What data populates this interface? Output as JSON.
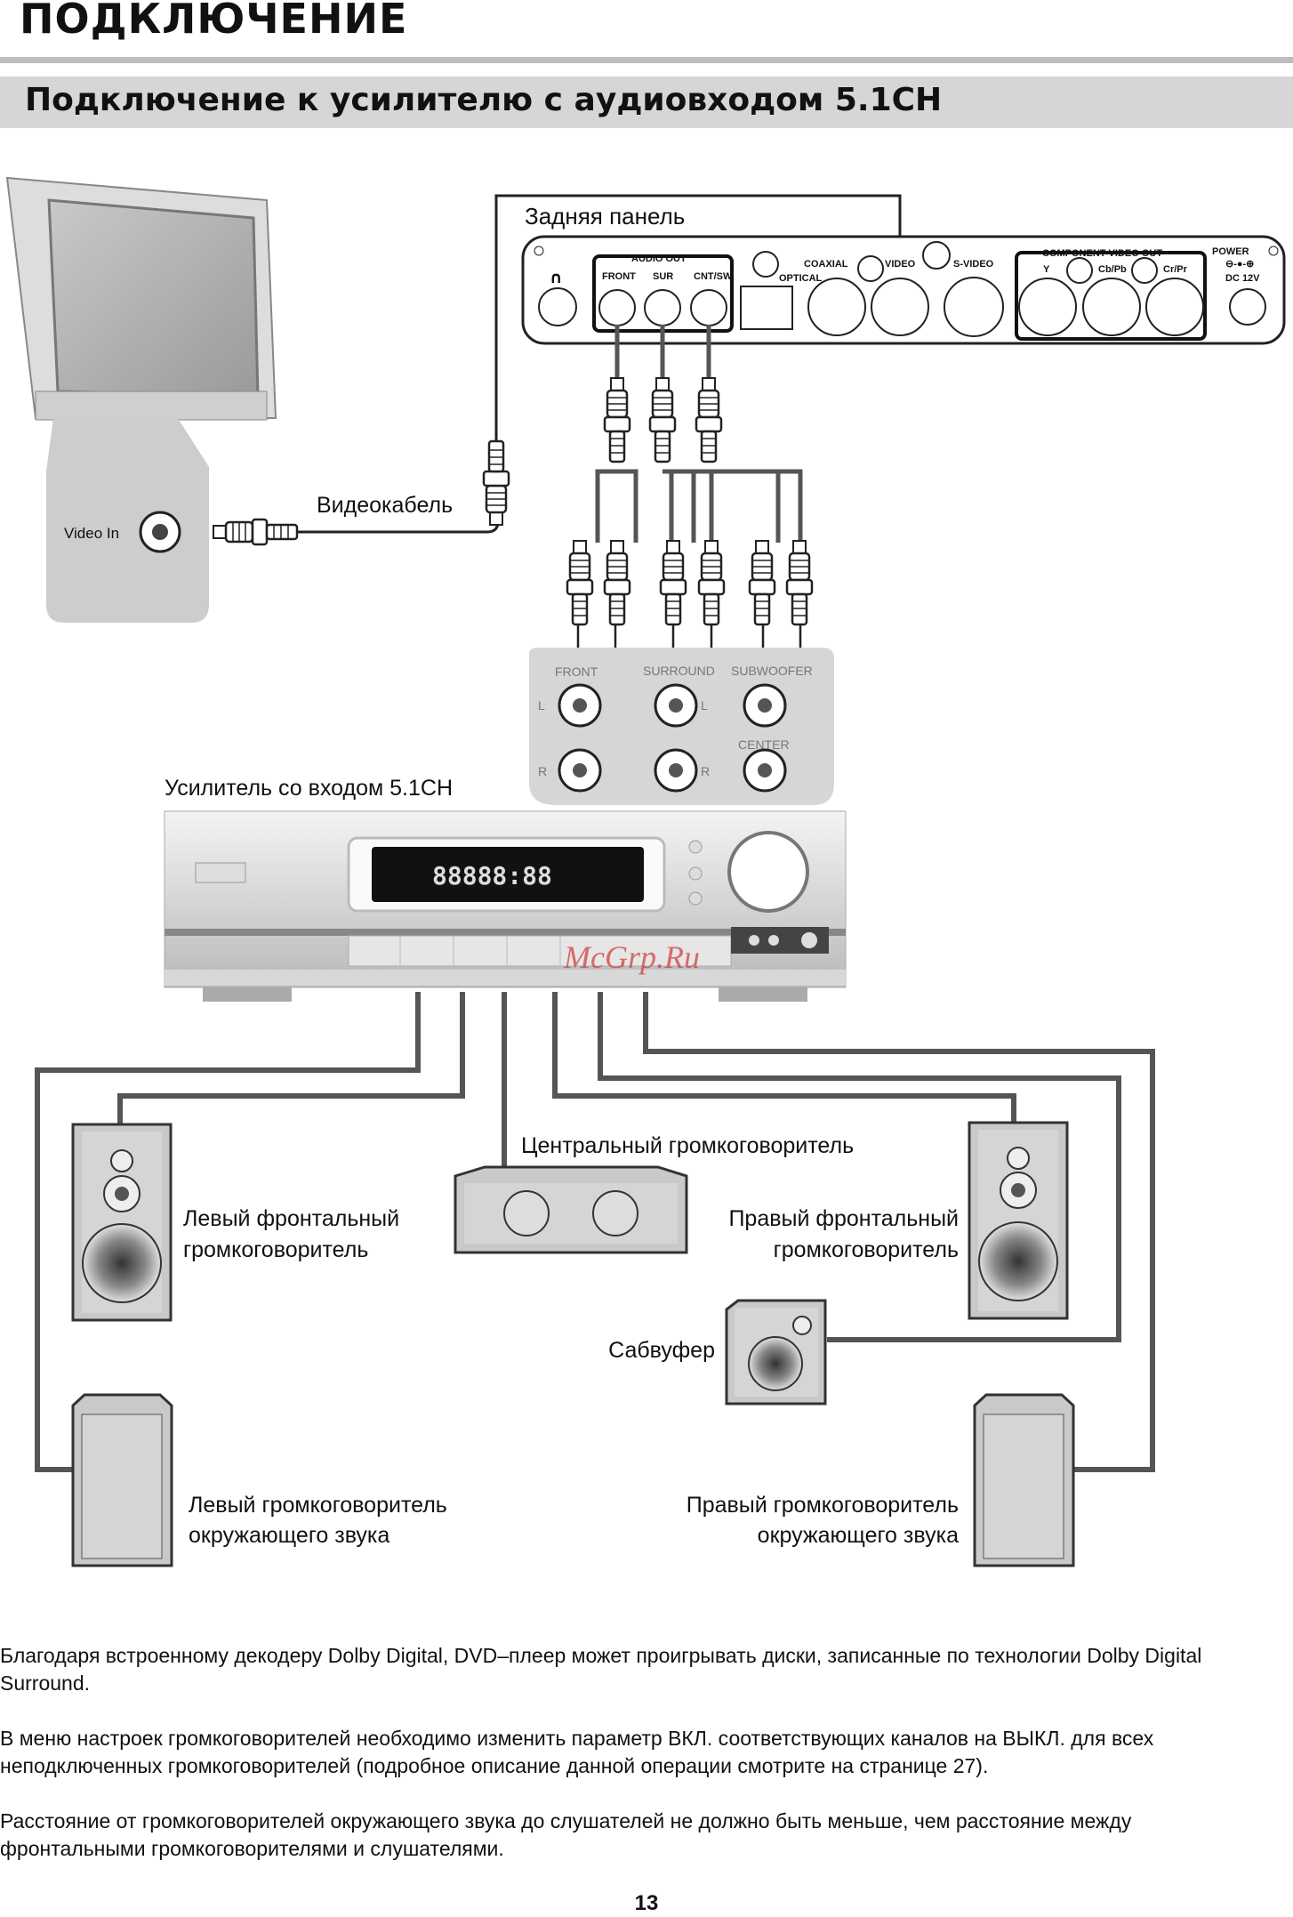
{
  "header": {
    "title": "ПОДКЛЮЧЕНИЕ"
  },
  "section": {
    "title": "Подключение к усилителю с аудиовходом 5.1CH"
  },
  "diagram": {
    "rear_panel_label": "Задняя панель",
    "video_in_label": "Video In",
    "video_cable_label": "Видеокабель",
    "amplifier_label": "Усилитель со входом 5.1CH",
    "panel": {
      "audio_out": "AUDIO OUT",
      "front": "FRONT",
      "sur": "SUR",
      "cnt_sw": "CNT/SW",
      "optical": "OPTICAL",
      "coaxial": "COAXIAL",
      "video": "VIDEO",
      "s_video": "S-VIDEO",
      "component": "COMPONENT VIDEO OUT",
      "y": "Y",
      "cb": "Cb/Pb",
      "cr": "Cr/Pr",
      "power": "POWER",
      "dc": "DC 12V"
    },
    "amp_inputs": {
      "front": "FRONT",
      "surround": "SURROUND",
      "subwoofer": "SUBWOOFER",
      "center": "CENTER",
      "l": "L",
      "r": "R"
    },
    "display_text": "88888:88",
    "watermark": "McGrp.Ru",
    "speakers": {
      "center_line1": "Центральный громкоговоритель",
      "left_front_line1": "Левый фронтальный",
      "left_front_line2": "громкоговоритель",
      "right_front_line1": "Правый фронтальный",
      "right_front_line2": "громкоговоритель",
      "subwoofer": "Сабвуфер",
      "left_surround_line1": "Левый громкоговоритель",
      "left_surround_line2": "окружающего звука",
      "right_surround_line1": "Правый громкоговоритель",
      "right_surround_line2": "окружающего звука"
    }
  },
  "paragraphs": [
    "Благодаря встроенному декодеру Dolby Digital, DVD–плеер может проигрывать диски, записанные по технологии Dolby Digital Surround.",
    "В меню настроек громкоговорителей необходимо изменить параметр ВКЛ. соответствующих каналов на ВЫКЛ. для всех неподключенных громкоговорителей (подробное описание данной операции смотрите на странице 27).",
    "Расстояние от громкоговорителей окружающего звука до слушателей не должно быть меньше, чем расстояние между фронтальными громкоговорителями и слушателями."
  ],
  "page_number": "13"
}
